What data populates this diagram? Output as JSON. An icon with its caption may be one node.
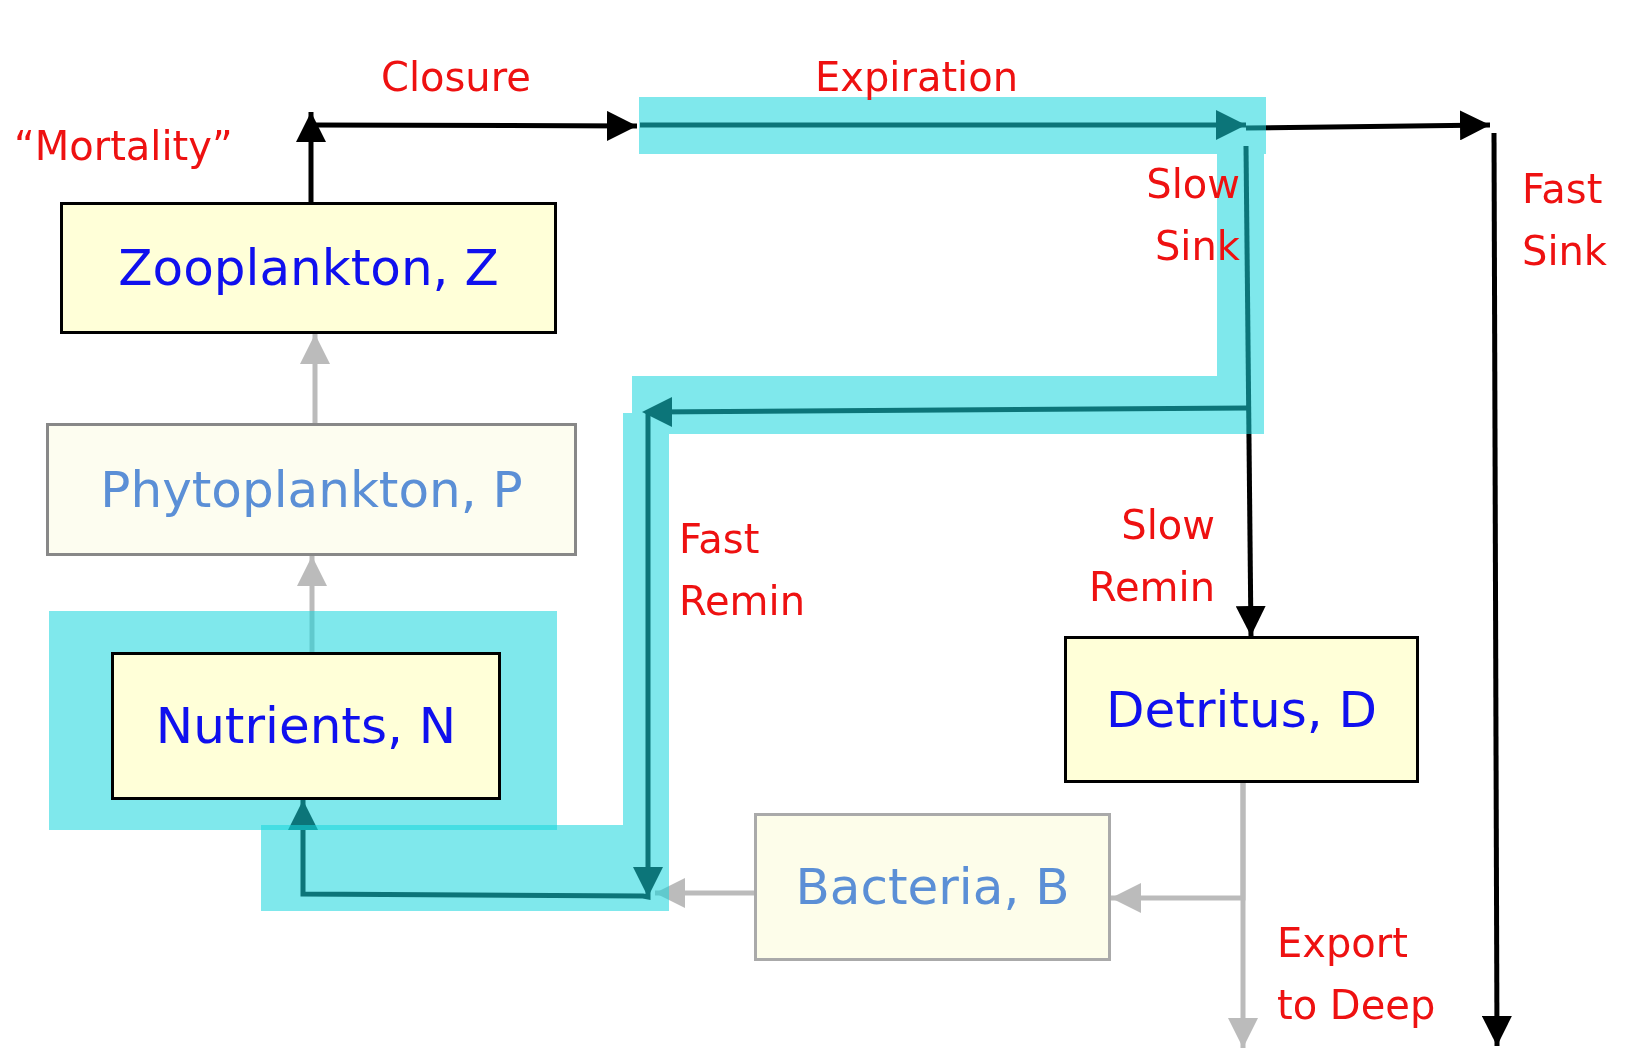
{
  "diagram": {
    "nodes": [
      {
        "text": [
          "Zooplankton, Z"
        ]
      },
      {
        "text": [
          "Phytoplankton, P"
        ]
      },
      {
        "text": [
          "Nutrients, N"
        ]
      },
      {
        "text": [
          "Detritus, D"
        ]
      },
      {
        "text": [
          "Bacteria, B"
        ]
      }
    ],
    "edges": [
      {
        "from": 1,
        "to": 0,
        "arrow": "to"
      },
      {
        "from": 2,
        "to": 1,
        "arrow": "to"
      },
      {
        "from": 0,
        "to": null,
        "arrow": "to",
        "color": "#000000"
      },
      {
        "from": null,
        "to": 3,
        "arrow": "to",
        "color": "#000000"
      },
      {
        "from": null,
        "to": 2,
        "arrow": "to",
        "color": "#000000"
      },
      {
        "from": 4,
        "to": null,
        "arrow": "to"
      },
      {
        "from": 3,
        "to": 4,
        "arrow": "to"
      },
      {
        "from": 3,
        "to": null,
        "arrow": "to"
      }
    ],
    "labels": [
      "“Mortality”",
      "Closure",
      "Expiration",
      "Slow Sink",
      "Fast Sink",
      "Fast Remin",
      "Slow Remin",
      "Export to Deep"
    ]
  }
}
